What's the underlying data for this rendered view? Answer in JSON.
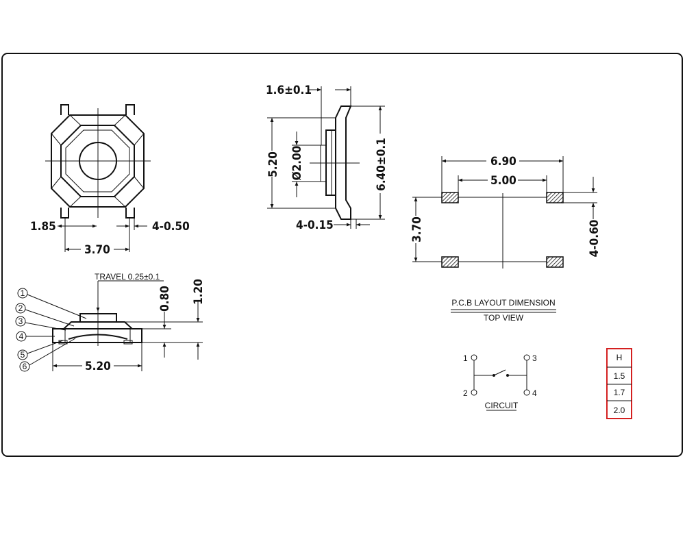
{
  "top_view": {
    "dim_pitch_left": "1.85",
    "dim_pin_width": "4-0.50",
    "dim_width": "3.70"
  },
  "side_view": {
    "dim_top_thickness": "1.6±0.1",
    "dim_height": "5.20",
    "dim_diameter": "Ø2.00",
    "dim_total": "6.40±0.1",
    "dim_pin_thickness": "4-0.15"
  },
  "front_view": {
    "travel": "TRAVEL  0.25±0.1",
    "dim_080": "0.80",
    "dim_120": "1.20",
    "dim_width": "5.20",
    "callouts": [
      "1",
      "2",
      "3",
      "4",
      "5",
      "6"
    ]
  },
  "pcb": {
    "dim_outer": "6.90",
    "dim_inner": "5.00",
    "dim_vertical": "3.70",
    "dim_pad": "4-0.60",
    "title": "P.C.B  LAYOUT  DIMENSION",
    "subtitle": "TOP  VIEW"
  },
  "circuit": {
    "label": "CIRCUIT",
    "pins": [
      "1",
      "2",
      "3",
      "4"
    ]
  },
  "height_table": {
    "header": "H",
    "rows": [
      "1.5",
      "1.7",
      "2.0"
    ],
    "border_color": "#d42020"
  }
}
